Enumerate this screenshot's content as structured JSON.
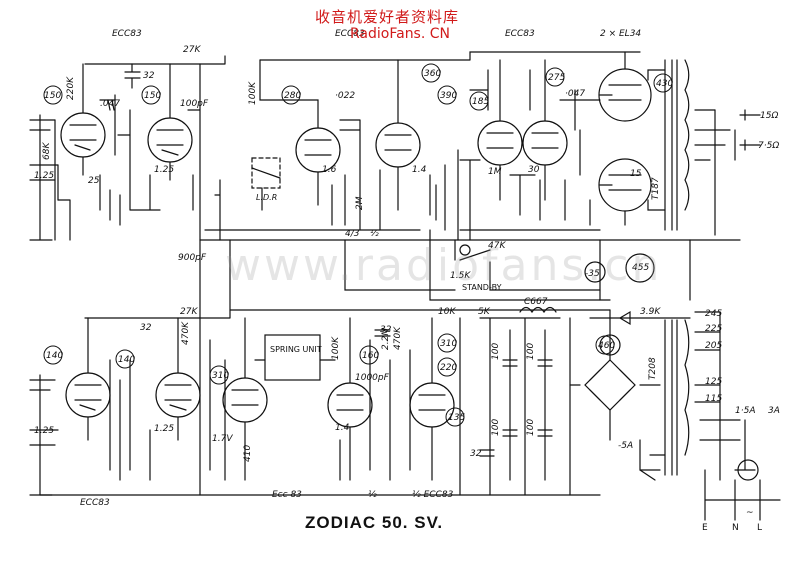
{
  "header": {
    "cn_title": "收音机爱好者资料库",
    "site": "RadioFans. CN"
  },
  "watermark": "www.radiofans.cn",
  "title": "ZODIAC 50. SV.",
  "labels": {
    "tube_ecc83_top": "ECC83",
    "tube_ecc83_mid": "ECC83",
    "tube_ecc83_right": "ECC83",
    "tube_el34": "2 × EL34",
    "tube_ecc83_bot1": "ECC83",
    "tube_ecc83_bot2": "Ecc 83",
    "tube_ecc83_bot3": "½ ECC83",
    "half": "½",
    "half2": "½",
    "spring_unit": "SPRING UNIT",
    "standby": "STAND-BY",
    "choke": "C667",
    "lds": "L.D.R",
    "tap_245": "245",
    "tap_225": "225",
    "tap_205": "205",
    "tap_125": "125",
    "tap_115": "115",
    "out_15": "15Ω",
    "out_75": "7·5Ω",
    "fuse1": "1·5A",
    "fuse2": "3A",
    "mains_e": "E",
    "mains_n": "N",
    "mains_l": "L",
    "mains_sym": "~",
    "t_left": "T208",
    "t_right": "T187",
    "r1": "27K",
    "r2": "27K",
    "r3": "220K",
    "r4": "100K",
    "r5": "100K",
    "r6": "470K",
    "r7": "5K",
    "r8": "10K",
    "r9": "3.9K",
    "r10": "47K",
    "c1": ".047",
    "c2": "·022",
    "c3": "·047",
    "c4": "32",
    "c5": "32",
    "c6": "32",
    "c7": "25",
    "c8": "100pF",
    "c9": "1000pF",
    "c10": "900pF",
    "c11": "1.5K",
    "c12": "100",
    "c13": "100",
    "c14": "32",
    "c15": "100",
    "c16": "100",
    "v_top1": "150",
    "v_top2": "150",
    "v_top3": "280",
    "v_top4": "360",
    "v_top5": "390",
    "v_top6": "185",
    "v_top7": "275",
    "v_top8": "430",
    "v_top9": "1.25",
    "v_top10": "1.25",
    "v_top11": "1.6",
    "v_top12": "1.4",
    "v_top13": "30",
    "v_top14": "455",
    "v_top15": "-35",
    "v_bot1": "140",
    "v_bot2": "140",
    "v_bot3": "310",
    "v_bot4": "1.25",
    "v_bot5": "1.25",
    "v_bot6": "1.7V",
    "v_bot7": "160",
    "v_bot8": "310",
    "v_bot9": "220",
    "v_bot10": "1.4",
    "v_bot11": "135",
    "v_bot12": "460",
    "v_bot13": "410",
    "v_bot14": "-5A",
    "misc1": "4/3",
    "misc2": "2M",
    "misc3": "1M",
    "misc4": "68K",
    "misc5": "470K",
    "misc6": "2.2M",
    "misc7": "15"
  }
}
